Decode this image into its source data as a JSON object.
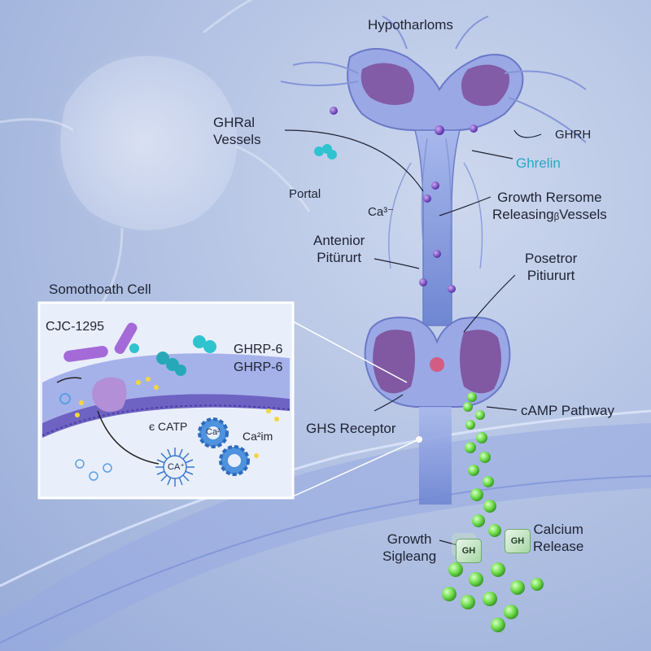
{
  "labels": {
    "hypothalamus": "Hypotharloms",
    "ghral_vessels": "GHRal\nVessels",
    "ghrh": "GHRH",
    "ghrelin": "Ghrelin",
    "portal": "Portal",
    "ca3": "Ca³⁻",
    "growth_hormone_releasing_vessels": "Growth Rersome\nReleasingᵦVessels",
    "anterior_pituitary": "Antenior\nPitürurt",
    "posterior_pituitary": "Posetror\nPitiururt",
    "somatotroph_cell": "Somothoath Cell",
    "ghs_receptor": "GHS Receptor",
    "camp_pathway": "cAMP Pathway",
    "growth_signaling": "Growth\nSigleang",
    "calcium_release": "Calcium\nRelease"
  },
  "inset": {
    "cjc": "CJC-1295",
    "ghrp_a": "GHRP-6",
    "ghrp_b": "GHRP-6",
    "catp": "є CATP",
    "ca2im": "Ca²im",
    "gear_ca": "Ca²",
    "ca_star": "CA⁺"
  },
  "gh_boxes": [
    "GH",
    "GH",
    "GH"
  ],
  "colors": {
    "vessel": "#8aa0e0",
    "tissue": "#7e4f9a",
    "green": "#6fdc4a",
    "cyan": "#2fc3d0",
    "dot": "#6a3fb0"
  }
}
